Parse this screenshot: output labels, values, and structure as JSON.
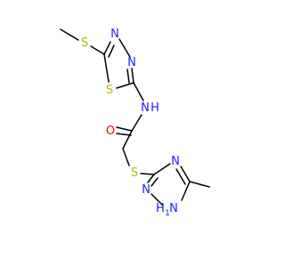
{
  "molecule": {
    "colors": {
      "bond": "#000000",
      "sulfur": "#B8B800",
      "nitrogen": "#2020FF",
      "oxygen": "#FF0000",
      "background": "#FFFFFF"
    },
    "atoms": {
      "s_methylthio": "S",
      "s_ring": "S",
      "n_ring_top": "N",
      "n_ring_right": "N",
      "n_amide": "N",
      "h_amide": "H",
      "o_carbonyl": "O",
      "s_thioether": "S",
      "n_triazole_top": "N",
      "n_triazole_left": "N",
      "n_triazole_bottom": "N",
      "h_triazole": "H",
      "h_triazole_count": "1"
    }
  }
}
